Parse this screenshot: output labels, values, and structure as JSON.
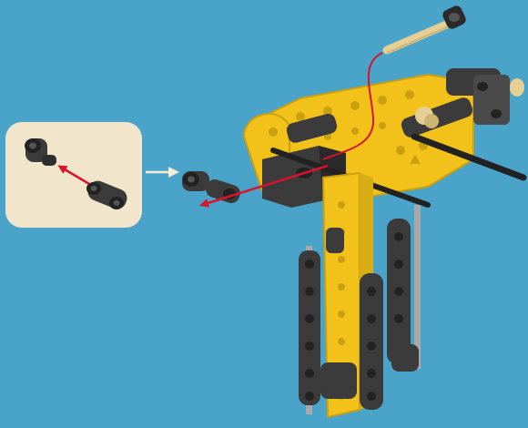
{
  "page": {
    "background": "#4aa3c8"
  },
  "colors": {
    "panel_fill": "#f1e6cc",
    "panel_stroke": "#ffffff",
    "yellow": "#f2c21b",
    "yellow_dark": "#caa010",
    "dark_part": "#3b3b3b",
    "dark_part_shade": "#222222",
    "axle_tan": "#e6cf95",
    "grey_axle": "#a9a9a9",
    "arrow_red": "#d7142c",
    "callout_arrow": "#f5edd5"
  },
  "icons": {
    "callout": "inset-assembly-panel",
    "model": "yellow-brick-machine-assembly",
    "part": "black-connector-part",
    "instruction_arrow": "red-motion-arrow",
    "pointer": "callout-pointer-arrow"
  }
}
